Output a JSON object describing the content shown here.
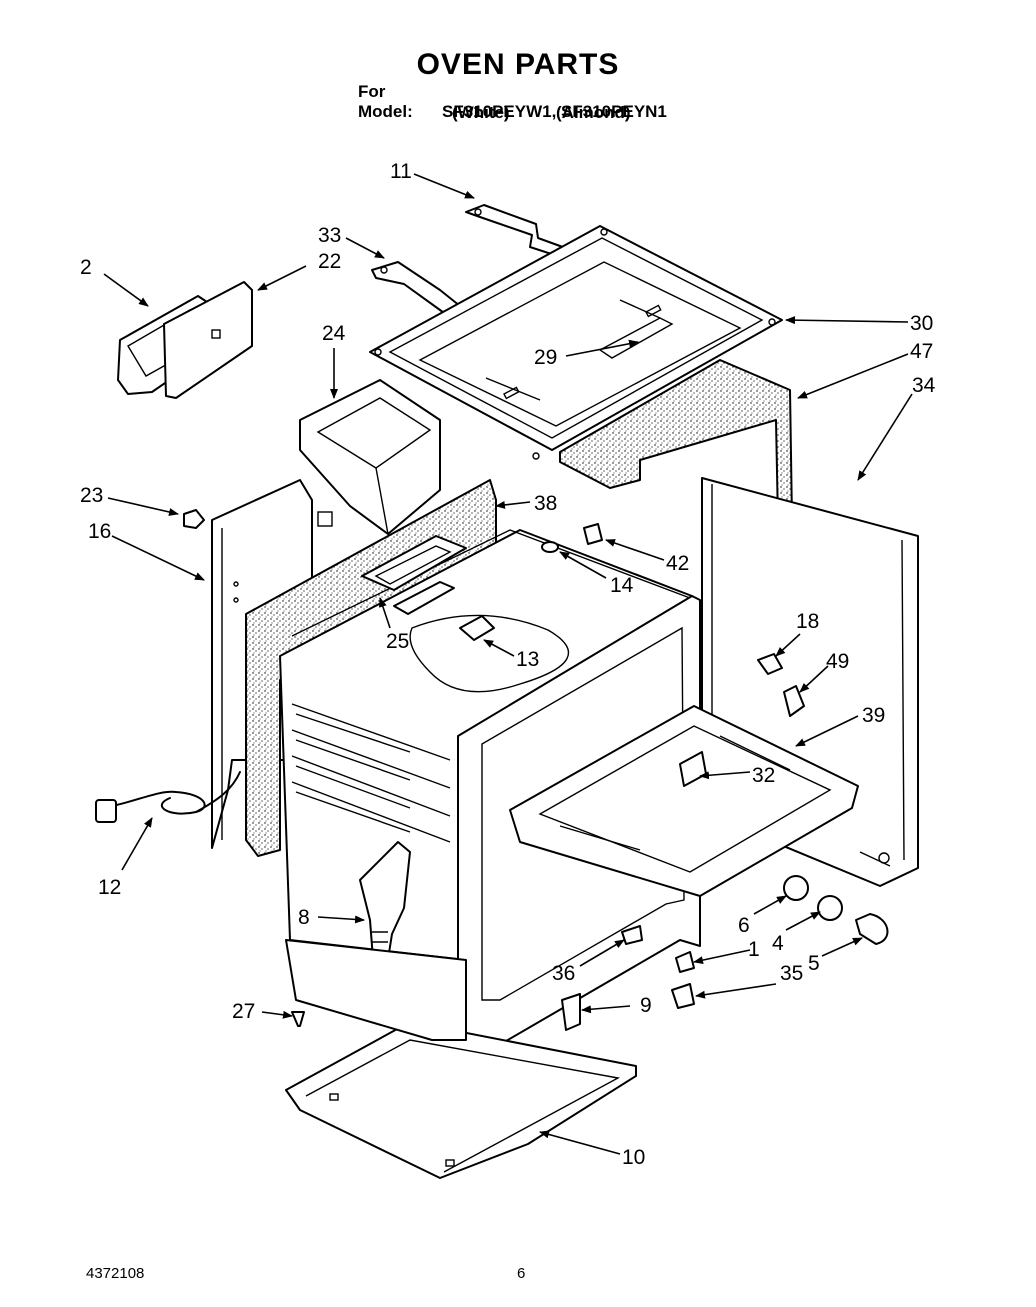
{
  "header": {
    "title": "OVEN PARTS",
    "model_label": "For Model:",
    "models": "SF310PEYW1, SF310PEYN1",
    "variant_white": "(White)",
    "variant_almond": "(Almond)"
  },
  "footer": {
    "doc_number": "4372108",
    "page_number": "6"
  },
  "callouts": [
    {
      "id": "c11",
      "text": "11"
    },
    {
      "id": "c33",
      "text": "33"
    },
    {
      "id": "c22",
      "text": "22"
    },
    {
      "id": "c2",
      "text": "2"
    },
    {
      "id": "c30",
      "text": "30"
    },
    {
      "id": "c47",
      "text": "47"
    },
    {
      "id": "c34",
      "text": "34"
    },
    {
      "id": "c24",
      "text": "24"
    },
    {
      "id": "c29",
      "text": "29"
    },
    {
      "id": "c23",
      "text": "23"
    },
    {
      "id": "c16",
      "text": "16"
    },
    {
      "id": "c38",
      "text": "38"
    },
    {
      "id": "c42",
      "text": "42"
    },
    {
      "id": "c14",
      "text": "14"
    },
    {
      "id": "c25",
      "text": "25"
    },
    {
      "id": "c13",
      "text": "13"
    },
    {
      "id": "c18",
      "text": "18"
    },
    {
      "id": "c49",
      "text": "49"
    },
    {
      "id": "c39",
      "text": "39"
    },
    {
      "id": "c32",
      "text": "32"
    },
    {
      "id": "c12",
      "text": "12"
    },
    {
      "id": "c8",
      "text": "8"
    },
    {
      "id": "c6",
      "text": "6"
    },
    {
      "id": "c4",
      "text": "4"
    },
    {
      "id": "c5",
      "text": "5"
    },
    {
      "id": "c1",
      "text": "1"
    },
    {
      "id": "c36",
      "text": "36"
    },
    {
      "id": "c35",
      "text": "35"
    },
    {
      "id": "c9",
      "text": "9"
    },
    {
      "id": "c27",
      "text": "27"
    },
    {
      "id": "c10",
      "text": "10"
    }
  ]
}
